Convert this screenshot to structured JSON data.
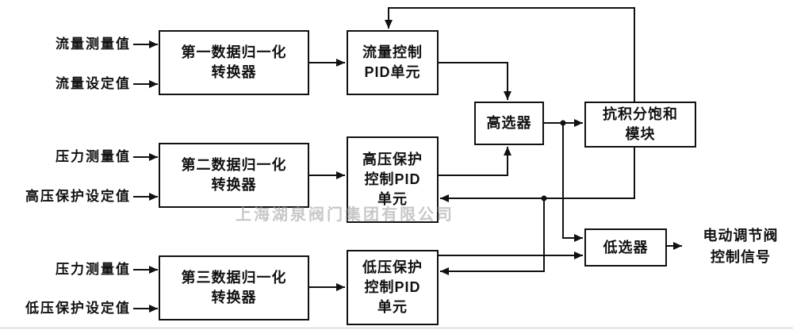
{
  "watermark": "上海湖泉阀门集团有限公司",
  "inputs": [
    {
      "label": "流量测量值"
    },
    {
      "label": "流量设定值"
    },
    {
      "label": "压力测量值"
    },
    {
      "label": "高压保护设定值"
    },
    {
      "label": "压力测量值"
    },
    {
      "label": "低压保护设定值"
    }
  ],
  "blocks": {
    "converter1": {
      "lines": [
        "第一数据归一化",
        "转换器"
      ]
    },
    "converter2": {
      "lines": [
        "第二数据归一化",
        "转换器"
      ]
    },
    "converter3": {
      "lines": [
        "第三数据归一化",
        "转换器"
      ]
    },
    "flow_pid": {
      "lines": [
        "流量控制",
        "PID单元"
      ]
    },
    "high_pid": {
      "lines": [
        "高压保护",
        "控制PID",
        "单元"
      ]
    },
    "low_pid": {
      "lines": [
        "低压保护",
        "控制PID",
        "单元"
      ]
    },
    "high_selector": {
      "label": "高选器"
    },
    "anti_windup": {
      "lines": [
        "抗积分饱和",
        "模块"
      ]
    },
    "low_selector": {
      "label": "低选器"
    }
  },
  "output": {
    "lines": [
      "电动调节阀",
      "控制信号"
    ]
  },
  "colors": {
    "line": "#111111",
    "watermark": "#9a9a9a",
    "background": "#ffffff"
  }
}
